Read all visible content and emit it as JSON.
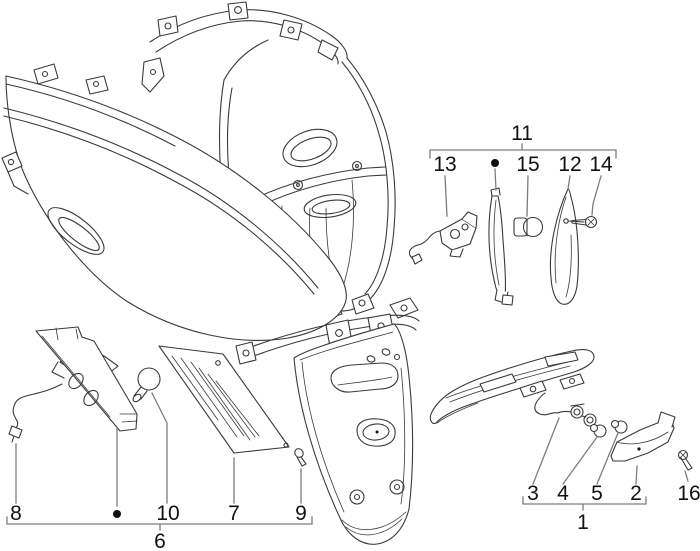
{
  "diagram": {
    "type": "exploded-parts-diagram",
    "background_color": "#ffffff",
    "artwork_line_color": "#3a3a3a",
    "callout_line_color": "#7d7d7d",
    "label_color": "#111111",
    "labels": {
      "l1": "1",
      "l2": "2",
      "l3": "3",
      "l4": "4",
      "l5": "5",
      "l6": "6",
      "l7": "7",
      "l8": "8",
      "l9": "9",
      "l10": "10",
      "l11": "11",
      "l12": "12",
      "l13": "13",
      "l14": "14",
      "l15": "15",
      "l16": "16"
    }
  }
}
